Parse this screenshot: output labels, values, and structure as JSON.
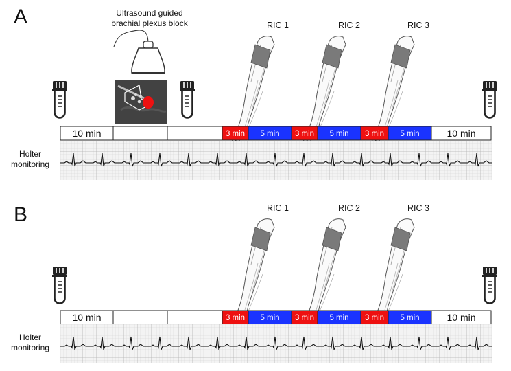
{
  "panels": [
    {
      "letter": "A",
      "procedure_label_line1": "Ultrasound guided",
      "procedure_label_line2": "brachial plexus block",
      "ric_labels": [
        "RIC 1",
        "RIC 2",
        "RIC 3"
      ],
      "timeline": [
        {
          "text": "10 min",
          "kind": "white"
        },
        {
          "text": "",
          "kind": "white"
        },
        {
          "text": "",
          "kind": "white"
        },
        {
          "text": "3 min",
          "kind": "red"
        },
        {
          "text": "5 min",
          "kind": "blue"
        },
        {
          "text": "3 min",
          "kind": "red"
        },
        {
          "text": "5 min",
          "kind": "blue"
        },
        {
          "text": "3 min",
          "kind": "red"
        },
        {
          "text": "5 min",
          "kind": "blue"
        },
        {
          "text": "10 min",
          "kind": "white"
        }
      ],
      "monitor_label_line1": "Holter",
      "monitor_label_line2": "monitoring"
    },
    {
      "letter": "B",
      "ric_labels": [
        "RIC 1",
        "RIC 2",
        "RIC 3"
      ],
      "timeline": [
        {
          "text": "10 min",
          "kind": "white"
        },
        {
          "text": "",
          "kind": "white"
        },
        {
          "text": "",
          "kind": "white"
        },
        {
          "text": "3 min",
          "kind": "red"
        },
        {
          "text": "5 min",
          "kind": "blue"
        },
        {
          "text": "3 min",
          "kind": "red"
        },
        {
          "text": "5 min",
          "kind": "blue"
        },
        {
          "text": "3 min",
          "kind": "red"
        },
        {
          "text": "5 min",
          "kind": "blue"
        },
        {
          "text": "10 min",
          "kind": "white"
        }
      ],
      "monitor_label_line1": "Holter",
      "monitor_label_line2": "monitoring"
    }
  ],
  "colors": {
    "red": "#ee1111",
    "blue": "#1a33ff",
    "cuff": "#7a7a7a",
    "ecg_paper": "#f0f0f0",
    "ecg_grid": "#c4c4c4",
    "ecg_trace": "#111111"
  },
  "icons": [
    "blood-sample-tube-icon",
    "ultrasound-probe-icon",
    "ultrasound-image-icon",
    "arm-cuff-icon",
    "ecg-strip-icon"
  ]
}
